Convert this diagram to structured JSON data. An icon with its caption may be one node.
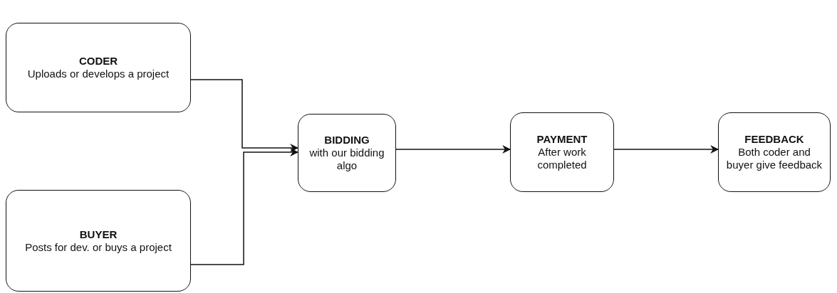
{
  "diagram": {
    "nodes": [
      {
        "text": [
          "CODER",
          "Uploads or develops a project"
        ]
      },
      {
        "text": [
          "BUYER",
          "Posts for dev. or buys a project"
        ]
      },
      {
        "text": [
          "BIDDING",
          "with our bidding algo"
        ]
      },
      {
        "text": [
          "PAYMENT",
          "After work completed"
        ]
      },
      {
        "text": [
          "FEEDBACK",
          "Both coder and buyer give feedback"
        ]
      }
    ],
    "edges": [
      {
        "from": 0,
        "to": 2,
        "arrow": "to"
      },
      {
        "from": 1,
        "to": 2,
        "arrow": "to"
      },
      {
        "from": 2,
        "to": 3,
        "arrow": "to"
      },
      {
        "from": 3,
        "to": 4,
        "arrow": "to"
      }
    ]
  }
}
